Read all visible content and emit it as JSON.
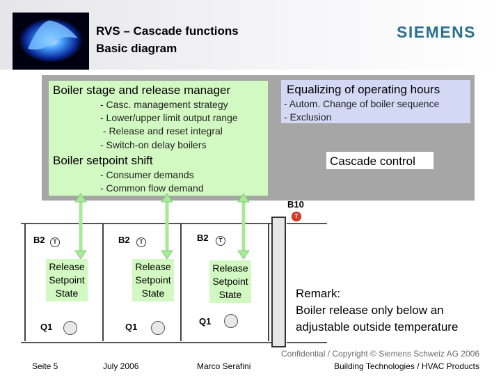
{
  "header": {
    "title_line1": "RVS – Cascade functions",
    "title_line2": "Basic diagram",
    "brand": "SIEMENS"
  },
  "manager": {
    "heading": "Boiler stage and release manager",
    "items": [
      "- Casc. management strategy",
      "- Lower/upper limit output range",
      " - Release and reset integral",
      "- Switch-on delay boilers"
    ],
    "setpoint_heading": "Boiler setpoint shift",
    "setpoint_items": [
      "- Consumer demands",
      "- Common flow demand"
    ]
  },
  "equalizing": {
    "heading": "Equalizing of operating hours",
    "items": [
      "- Autom. Change of boiler sequence",
      "- Exclusion"
    ]
  },
  "cascade_control": "Cascade control",
  "boilers": [
    {
      "sensor": "B2",
      "sensor_icon": "T",
      "lines": [
        "Release",
        "Setpoint",
        "State"
      ],
      "pump": "Q1"
    },
    {
      "sensor": "B2",
      "sensor_icon": "T",
      "lines": [
        "Release",
        "Setpoint",
        "State"
      ],
      "pump": "Q1"
    },
    {
      "sensor": "B2",
      "sensor_icon": "T",
      "lines": [
        "Release",
        "Setpoint",
        "State"
      ],
      "pump": "Q1"
    }
  ],
  "flow_sensor": {
    "label": "B10",
    "icon": "T"
  },
  "remark": {
    "line1": "Remark:",
    "line2": "Boiler release only below an",
    "line3": "adjustable outside temperature"
  },
  "footer": {
    "page": "Seite 5",
    "date": "July 2006",
    "author": "Marco Serafini",
    "copyright": "Confidential / Copyright © Siemens Schweiz AG 2006",
    "division": "Building Technologies / HVAC Products"
  },
  "colors": {
    "brand": "#2a6f8e",
    "panel": "#a6a6a6",
    "green": "#d3f9c2",
    "lavender": "#d3d8f5",
    "sensor_red": "#e23a2a"
  }
}
